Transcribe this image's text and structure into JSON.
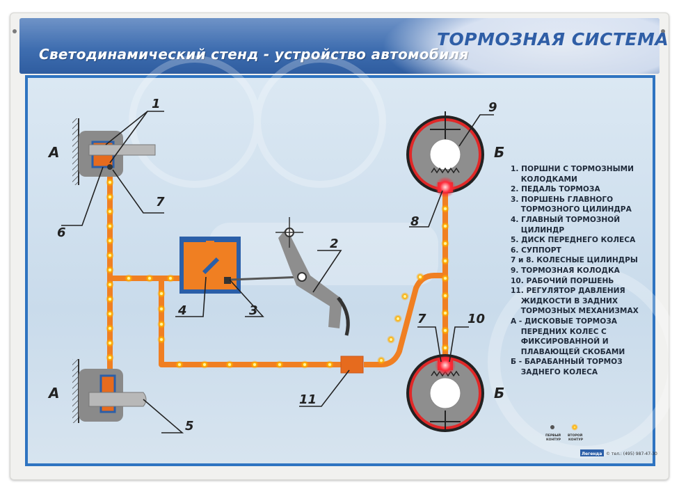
{
  "header": {
    "subtitle": "Светодинамический стенд - устройство автомобиля",
    "title": "ТОРМОЗНАЯ СИСТЕМА"
  },
  "diagram": {
    "labels": {
      "l1": "1",
      "l2": "2",
      "l3": "3",
      "l4": "4",
      "l5": "5",
      "l6": "6",
      "l7a": "7",
      "l7b": "7",
      "l8": "8",
      "l9": "9",
      "l10": "10",
      "l11": "11",
      "a": "А",
      "b": "Б"
    }
  },
  "legend": [
    "1. ПОРШНИ С ТОРМОЗНЫМИ",
    "    КОЛОДКАМИ",
    "2. ПЕДАЛЬ ТОРМОЗА",
    "3. ПОРШЕНЬ ГЛАВНОГО",
    "    ТОРМОЗНОГО ЦИЛИНДРА",
    "4. ГЛАВНЫЙ ТОРМОЗНОЙ",
    "    ЦИЛИНДР",
    "5. ДИСК ПЕРЕДНЕГО КОЛЕСА",
    "6. СУППОРТ",
    "7 и 8. КОЛЕСНЫЕ ЦИЛИНДРЫ",
    "9. ТОРМОЗНАЯ КОЛОДКА",
    "10. РАБОЧИЙ ПОРШЕНЬ",
    "11. РЕГУЛЯТОР ДАВЛЕНИЯ",
    "     ЖИДКОСТИ В ЗАДНИХ",
    "     ТОРМОЗНЫХ МЕХАНИЗМАХ",
    "А - ДИСКОВЫЕ ТОРМОЗА",
    "     ПЕРЕДНИХ КОЛЕС С",
    "     ФИКСИРОВАННОЙ И",
    "     ПЛАВАЮЩЕЙ СКОБАМИ",
    "Б - БАРАБАННЫЙ ТОРМОЗ",
    "     ЗАДНЕГО КОЛЕСА"
  ],
  "indicators": {
    "first_line1": "ПЕРВЫЙ",
    "first_line2": "КОНТУР",
    "second_line1": "ВТОРОЙ",
    "second_line2": "КОНТУР"
  },
  "footer": {
    "brand": "Легенда",
    "phone": "© тел.: (495) 987-47-30"
  },
  "colors": {
    "brake_line": "#f07f22",
    "header_blue": "#3f6eb0",
    "panel_border": "#2f74c1",
    "brake_lining": "#e02828"
  }
}
